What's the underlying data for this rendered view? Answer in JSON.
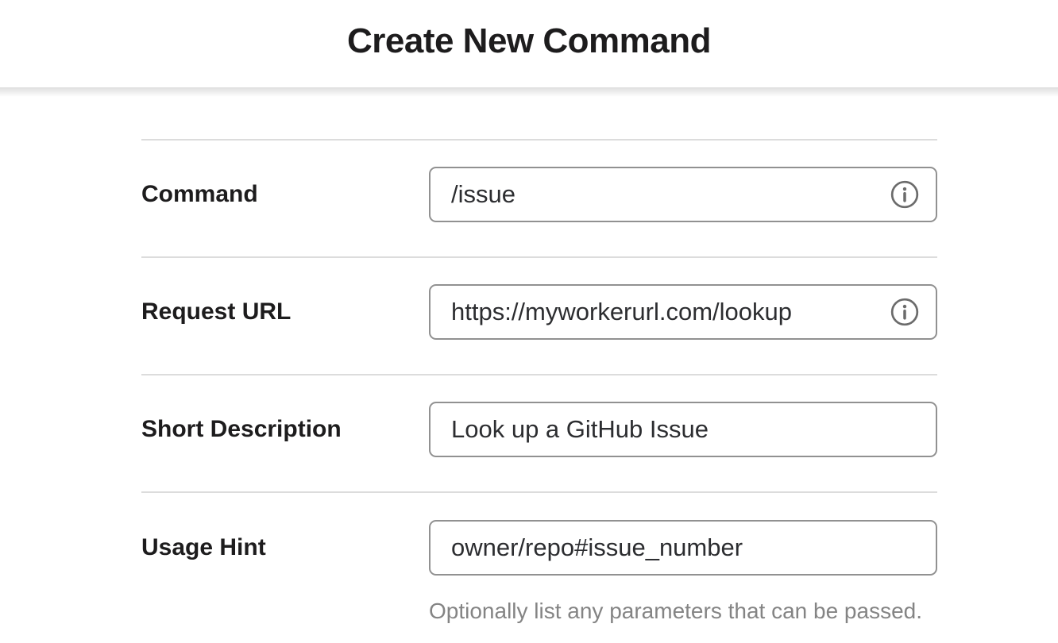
{
  "header": {
    "title": "Create New Command"
  },
  "form": {
    "fields": [
      {
        "label": "Command",
        "value": "/issue",
        "info_icon": "info-circle"
      },
      {
        "label": "Request URL",
        "value": "https://myworkerurl.com/lookup",
        "info_icon": "info-circle"
      },
      {
        "label": "Short Description",
        "value": "Look up a GitHub Issue"
      },
      {
        "label": "Usage Hint",
        "value": "owner/repo#issue_number",
        "helper": "Optionally list any parameters that can be passed."
      }
    ]
  },
  "colors": {
    "title_text": "#1d1c1d",
    "label_text": "#1d1c1d",
    "input_text": "#2c2d30",
    "input_border": "#919191",
    "divider": "#dcdcdc",
    "helper_text": "#848484",
    "icon": "#6b6b6b",
    "background": "#ffffff"
  }
}
